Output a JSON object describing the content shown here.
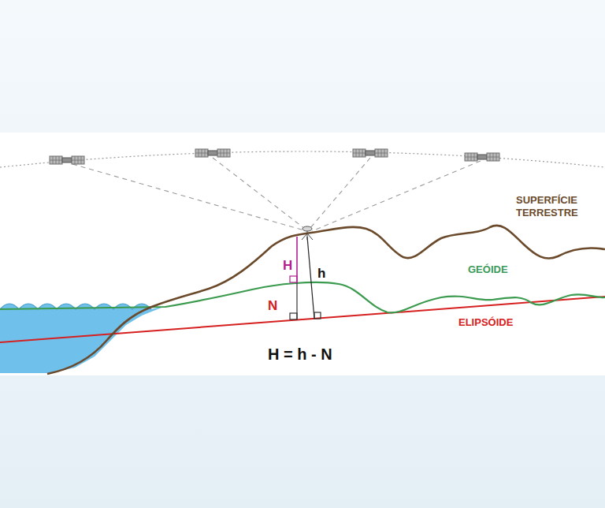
{
  "diagram": {
    "labels": [
      "SUPERFÍCIE TERRESTRE",
      "GEÓIDE",
      "ELIPSÓIDE",
      "H",
      "h",
      "N",
      "H = h - N"
    ]
  }
}
